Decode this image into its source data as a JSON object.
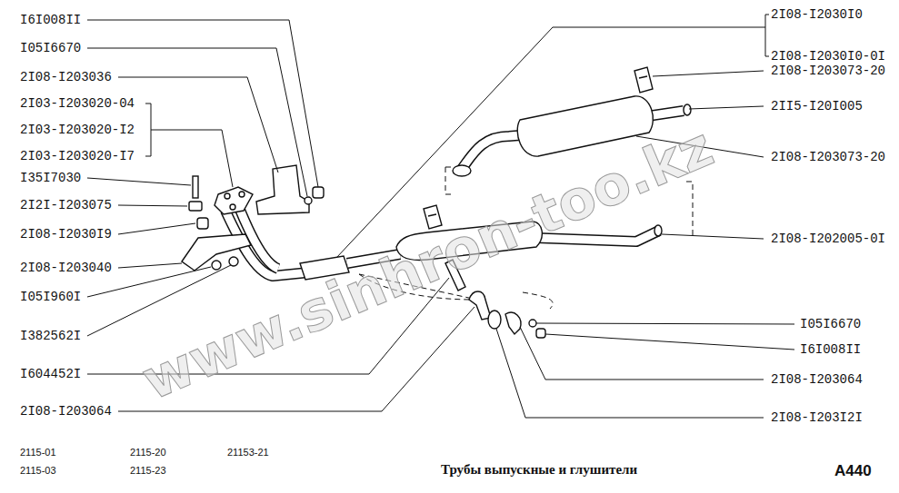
{
  "diagram": {
    "title": "Трубы выпускные и глушители",
    "labels": [
      "I6I008II",
      "I05I6670",
      "2I08-I203036",
      "2I03-I203020-04",
      "2I03-I203020-I2",
      "2I03-I203020-I7",
      "I35I7030",
      "2I2I-I203075",
      "2I08-I2030I9",
      "2I08-I203040",
      "I05I960I",
      "I382562I",
      "I604452I",
      "2I08-I203064",
      "2I08-I2030I0",
      "2I08-I2030I0-0I",
      "2I08-I203073-20",
      "2II5-I20I005",
      "2I08-I203073-20",
      "2I08-I202005-0I",
      "I05I6670",
      "I6I008II",
      "2I08-I203064",
      "2I08-I203I2I",
      "2115-01",
      "2115-03",
      "2115-20",
      "2115-23",
      "21153-21",
      "A440",
      "www.sinhron-too.kz"
    ]
  }
}
